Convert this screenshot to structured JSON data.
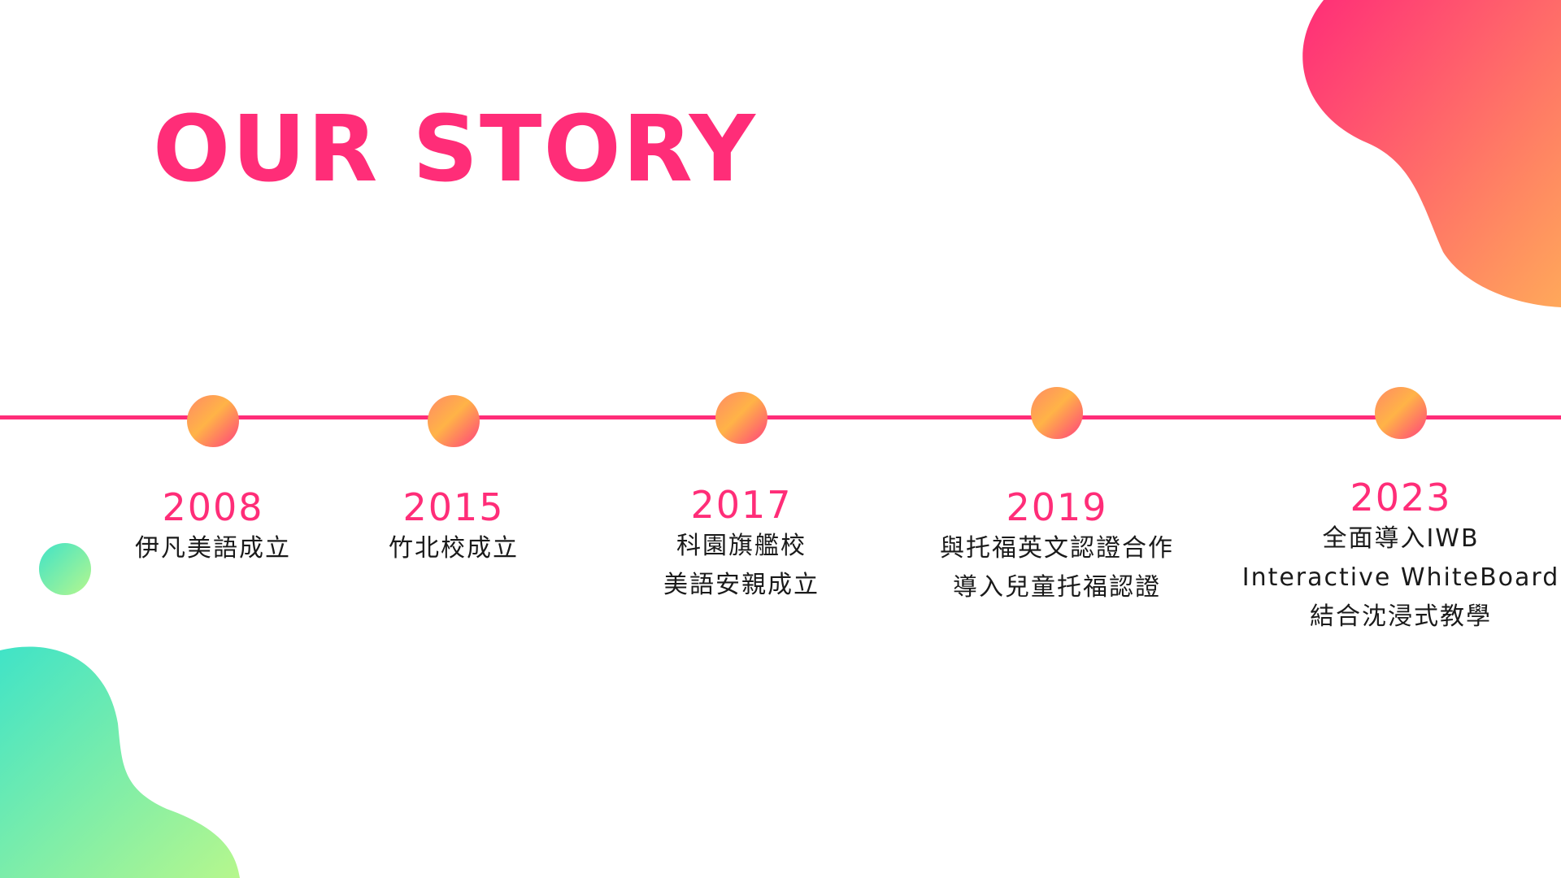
{
  "title": "OUR STORY",
  "colors": {
    "accent": "#ff2d78",
    "node_gradient": [
      "#ff8a65",
      "#ffb347",
      "#ff3f7e"
    ],
    "blob_warm": [
      "#ff2d78",
      "#ffa85a"
    ],
    "blob_cool": [
      "#40e3c7",
      "#b6f78d"
    ]
  },
  "timeline": [
    {
      "year": "2008",
      "lines": [
        "伊凡美語成立"
      ]
    },
    {
      "year": "2015",
      "lines": [
        "竹北校成立"
      ]
    },
    {
      "year": "2017",
      "lines": [
        "科園旗艦校",
        "美語安親成立"
      ]
    },
    {
      "year": "2019",
      "lines": [
        "與托福英文認證合作",
        "導入兒童托福認證"
      ]
    },
    {
      "year": "2023",
      "lines": [
        "全面導入IWB",
        "Interactive WhiteBoard",
        "結合沈浸式教學"
      ]
    }
  ]
}
